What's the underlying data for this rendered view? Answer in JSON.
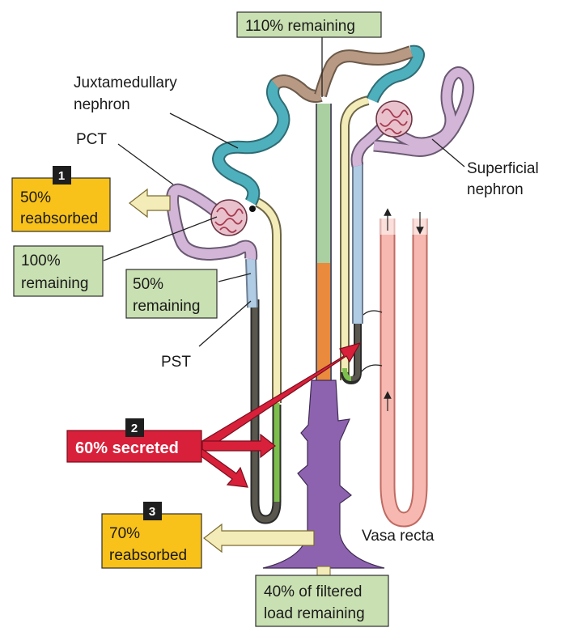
{
  "labels": {
    "juxtamedullary_line1": "Juxtamedullary",
    "juxtamedullary_line2": "nephron",
    "pct": "PCT",
    "pst": "PST",
    "superficial_line1": "Superficial",
    "superficial_line2": "nephron",
    "vasa_recta": "Vasa recta"
  },
  "boxes": {
    "remaining_110": "110% remaining",
    "step1_number": "1",
    "step1_line1": "50%",
    "step1_line2": "reabsorbed",
    "remaining_100_line1": "100%",
    "remaining_100_line2": "remaining",
    "remaining_50_line1": "50%",
    "remaining_50_line2": "remaining",
    "step2_number": "2",
    "step2_text": "60% secreted",
    "step3_number": "3",
    "step3_line1": "70%",
    "step3_line2": "reabsorbed",
    "filtered_line1": "40% of filtered",
    "filtered_line2": "load remaining"
  },
  "colors": {
    "green_box": "#c9e0b2",
    "yellow_box": "#f9c21a",
    "red_box": "#d8203a",
    "pct_purple": "#d3b5d8",
    "teal": "#4fb0bd",
    "tan": "#b89a84",
    "pale_yellow": "#f3ecb8",
    "light_blue": "#b0cce4",
    "descending_gray": "#5a574f",
    "ascending_green": "#7dbf4c",
    "collecting_green": "#aacfa0",
    "collecting_orange": "#e98a3c",
    "collecting_purple": "#8d63b0",
    "vasa_recta_pink": "#f6b8b0",
    "glomerulus": "#c36f84"
  }
}
